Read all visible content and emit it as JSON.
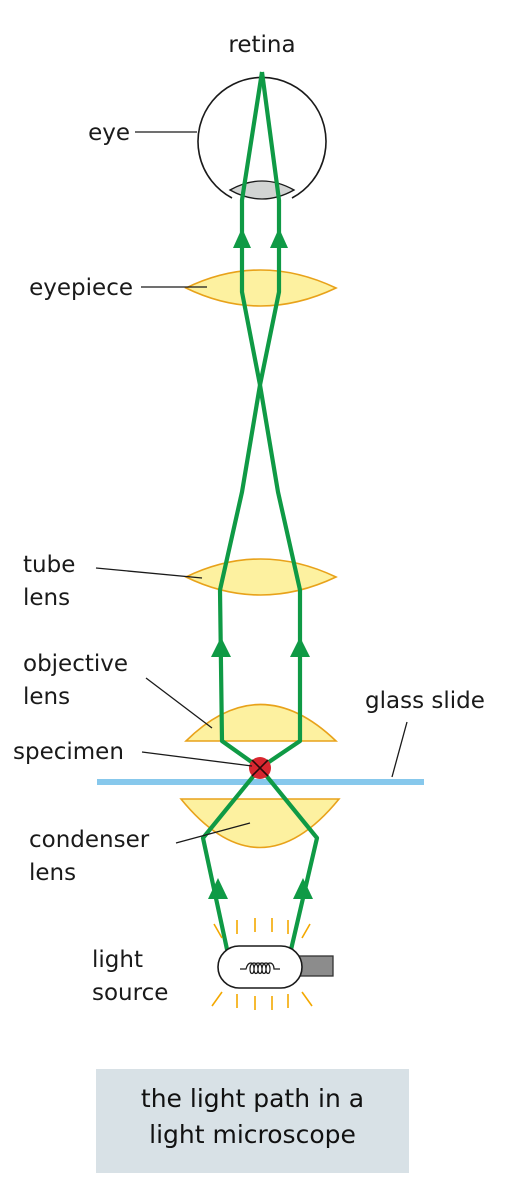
{
  "labels": {
    "retina": "retina",
    "eye": "eye",
    "eyepiece": "eyepiece",
    "tube_lens_1": "tube",
    "tube_lens_2": "lens",
    "objective_lens_1": "objective",
    "objective_lens_2": "lens",
    "glass_slide": "glass slide",
    "specimen": "specimen",
    "condenser_lens_1": "condenser",
    "condenser_lens_2": "lens",
    "light_source_1": "light",
    "light_source_2": "source"
  },
  "caption": "the light path in a\nlight microscope",
  "colors": {
    "light_ray": "#0f9a45",
    "lens_fill": "#fdf1a0",
    "lens_outline": "#e8a21a",
    "glass_slide": "#87c8ec",
    "specimen": "#d8262f",
    "caption_background": "#d8e1e6",
    "bulb_glow": "#f3a800"
  }
}
